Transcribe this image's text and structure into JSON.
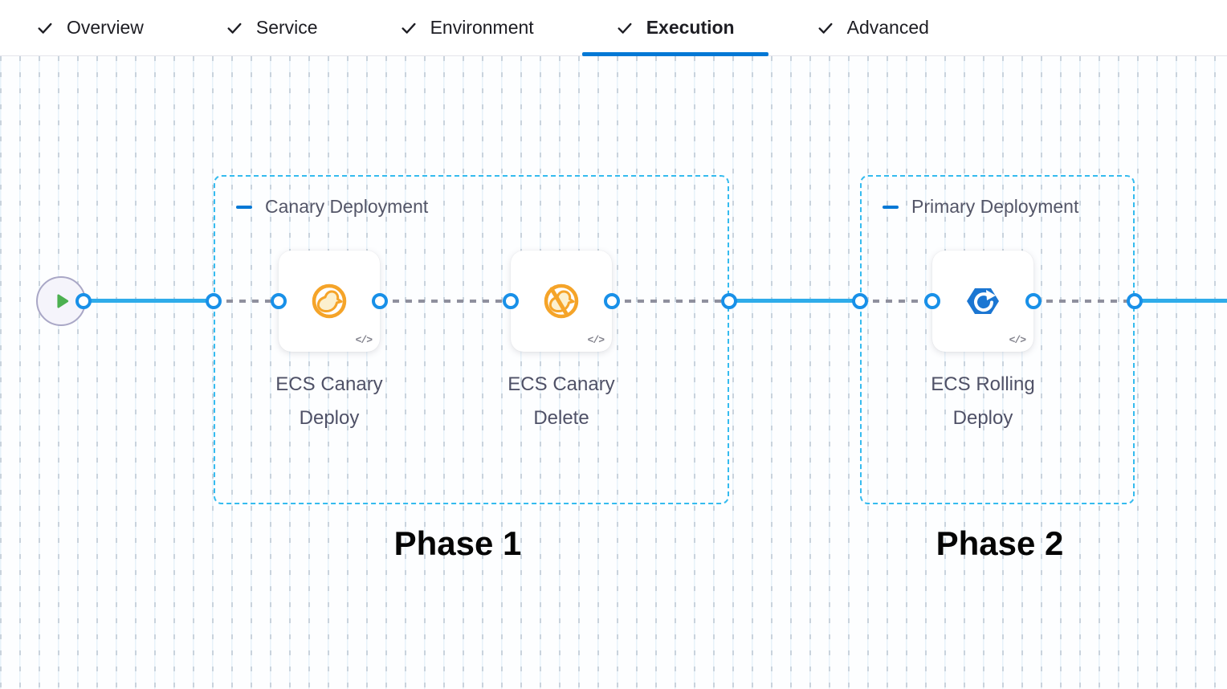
{
  "header": {
    "tabs": [
      {
        "label": "Overview",
        "checked": true,
        "active": false
      },
      {
        "label": "Service",
        "checked": true,
        "active": false
      },
      {
        "label": "Environment",
        "checked": true,
        "active": false
      },
      {
        "label": "Execution",
        "checked": true,
        "active": true
      },
      {
        "label": "Advanced",
        "checked": true,
        "active": false
      }
    ]
  },
  "pipeline": {
    "start_icon": "play-icon",
    "code_badge": "</>",
    "groups": [
      {
        "label": "Canary Deployment",
        "phase": "Phase 1",
        "steps": [
          {
            "name": "ECS Canary\nDeploy",
            "icon": "canary-deploy-icon"
          },
          {
            "name": "ECS Canary\nDelete",
            "icon": "canary-delete-icon"
          }
        ]
      },
      {
        "label": "Primary Deployment",
        "phase": "Phase 2",
        "steps": [
          {
            "name": "ECS Rolling\nDeploy",
            "icon": "ecs-rolling-deploy-icon"
          }
        ]
      }
    ]
  },
  "colors": {
    "accent_blue": "#0278D5",
    "link_blue": "#2FACEA",
    "connector_blue": "#1890E8",
    "group_border_cyan": "#35BBEF",
    "canary_orange": "#F5A429",
    "rolling_blue": "#1B76D2",
    "play_green": "#4CB050"
  }
}
